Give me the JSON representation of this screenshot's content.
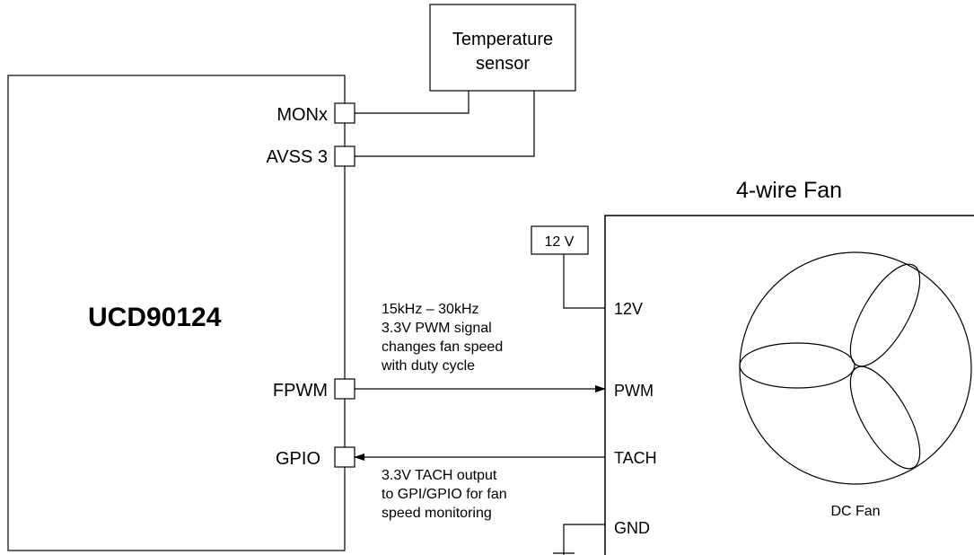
{
  "chip": {
    "name": "UCD90124",
    "pins": {
      "monx": "MONx",
      "avss3": "AVSS 3",
      "fpwm": "FPWM",
      "gpio": "GPIO"
    }
  },
  "temperature_sensor": {
    "line1": "Temperature",
    "line2": "sensor"
  },
  "fan": {
    "title": "4-wire Fan",
    "supply_label": "12 V",
    "pins": {
      "v12": "12V",
      "pwm": "PWM",
      "tach": "TACH",
      "gnd": "GND"
    },
    "fan_label": "DC Fan"
  },
  "annotations": {
    "pwm_note": [
      "15kHz – 30kHz",
      "3.3V PWM signal",
      "changes fan speed",
      "with duty cycle"
    ],
    "tach_note": [
      "3.3V TACH output",
      "to GPI/GPIO for fan",
      "speed monitoring"
    ]
  },
  "colors": {
    "line": "#000000",
    "background": "#ffffff"
  }
}
